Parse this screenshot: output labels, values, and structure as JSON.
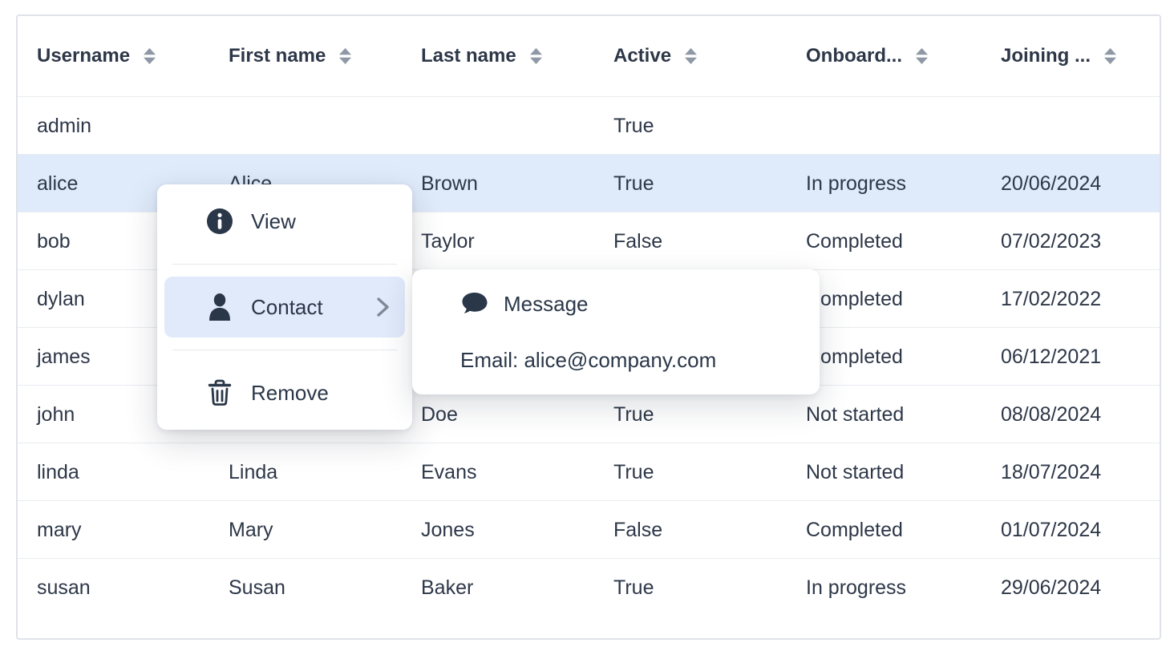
{
  "table": {
    "columns": [
      {
        "label": "Username"
      },
      {
        "label": "First name"
      },
      {
        "label": "Last name"
      },
      {
        "label": "Active"
      },
      {
        "label": "Onboard..."
      },
      {
        "label": "Joining ..."
      }
    ],
    "rows": [
      {
        "username": "admin",
        "first": "",
        "last": "",
        "active": "True",
        "onboarding": "",
        "joining": ""
      },
      {
        "username": "alice",
        "first": "Alice",
        "last": "Brown",
        "active": "True",
        "onboarding": "In progress",
        "joining": "20/06/2024"
      },
      {
        "username": "bob",
        "first": "",
        "last": "Taylor",
        "active": "False",
        "onboarding": "Completed",
        "joining": "07/02/2023"
      },
      {
        "username": "dylan",
        "first": "",
        "last": "",
        "active": "",
        "onboarding": "Completed",
        "joining": "17/02/2022"
      },
      {
        "username": "james",
        "first": "",
        "last": "",
        "active": "",
        "onboarding": "Completed",
        "joining": "06/12/2021"
      },
      {
        "username": "john",
        "first": "",
        "last": "Doe",
        "active": "True",
        "onboarding": "Not started",
        "joining": "08/08/2024"
      },
      {
        "username": "linda",
        "first": "Linda",
        "last": "Evans",
        "active": "True",
        "onboarding": "Not started",
        "joining": "18/07/2024"
      },
      {
        "username": "mary",
        "first": "Mary",
        "last": "Jones",
        "active": "False",
        "onboarding": "Completed",
        "joining": "01/07/2024"
      },
      {
        "username": "susan",
        "first": "Susan",
        "last": "Baker",
        "active": "True",
        "onboarding": "In progress",
        "joining": "29/06/2024"
      }
    ],
    "selected_row": "alice"
  },
  "context_menu": {
    "items": [
      {
        "label": "View",
        "icon": "info-icon"
      },
      {
        "label": "Contact",
        "icon": "person-icon",
        "has_submenu": true,
        "highlighted": true
      },
      {
        "label": "Remove",
        "icon": "trash-icon"
      }
    ]
  },
  "submenu": {
    "items": [
      {
        "label": "Message",
        "icon": "speech-bubble-icon"
      },
      {
        "label": "Email: alice@company.com"
      }
    ]
  },
  "colors": {
    "text": "#2d3748",
    "icon": "#2a3749",
    "selected_row_bg": "#dfeafa",
    "menu_highlight_bg": "#e1eafb",
    "sort_icon": "#8e98a6",
    "row_divider": "#e9ecf0",
    "card_border": "#dfe3e9",
    "bottom_bar": "#d8dde4"
  }
}
